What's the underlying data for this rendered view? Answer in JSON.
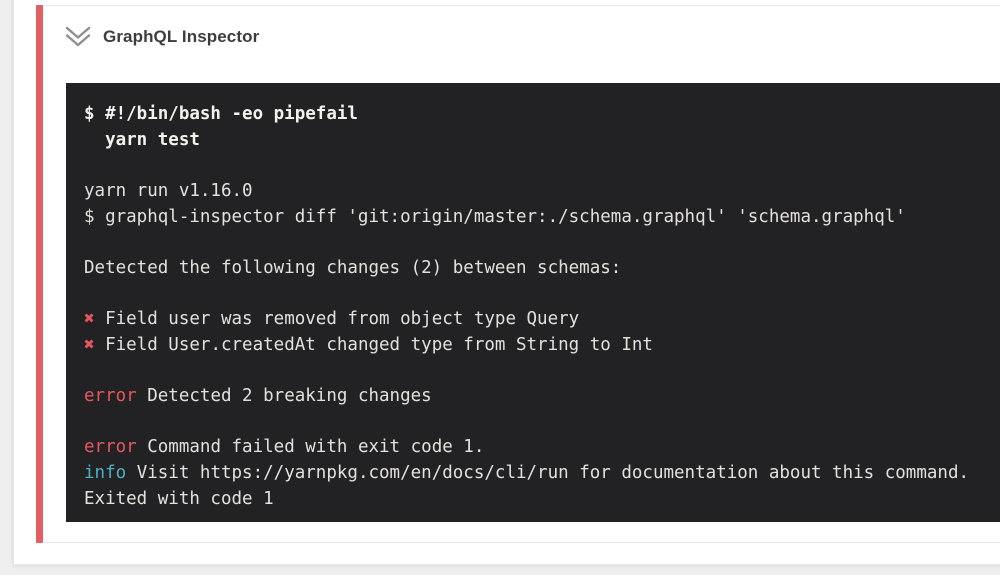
{
  "colors": {
    "page_background": "#efeff0",
    "card_background": "#ffffff",
    "border_gray": "#e7e7e8",
    "accent_red": "#e25f63",
    "title_text": "#3d3d3d",
    "icon_gray": "#8f8f8f",
    "terminal_background": "#222225",
    "terminal_text": "#e3e1dc",
    "terminal_bold_text": "#f4f2ed",
    "error_red": "#e8565e",
    "info_cyan": "#4cb1c3"
  },
  "step": {
    "title": "GraphQL Inspector",
    "icon": "chevron-double-down-icon"
  },
  "terminal": {
    "lines": [
      {
        "type": "command",
        "text": "$ #!/bin/bash -eo pipefail"
      },
      {
        "type": "command",
        "text": "  yarn test"
      },
      {
        "type": "blank"
      },
      {
        "type": "plain",
        "text": "yarn run v1.16.0"
      },
      {
        "type": "plain",
        "text": "$ graphql-inspector diff 'git:origin/master:./schema.graphql' 'schema.graphql'"
      },
      {
        "type": "blank"
      },
      {
        "type": "plain",
        "text": "Detected the following changes (2) between schemas:"
      },
      {
        "type": "blank"
      },
      {
        "type": "breaking",
        "prefix": "✖",
        "prefix_name": "breaking-change-x-icon",
        "text": "Field user was removed from object type Query"
      },
      {
        "type": "breaking",
        "prefix": "✖",
        "prefix_name": "breaking-change-x-icon",
        "text": "Field User.createdAt changed type from String to Int"
      },
      {
        "type": "blank"
      },
      {
        "type": "error",
        "prefix": "error",
        "prefix_name": "error-label",
        "text": "Detected 2 breaking changes"
      },
      {
        "type": "blank"
      },
      {
        "type": "error",
        "prefix": "error",
        "prefix_name": "error-label",
        "text": "Command failed with exit code 1."
      },
      {
        "type": "info",
        "prefix": "info",
        "prefix_name": "info-label",
        "text": "Visit https://yarnpkg.com/en/docs/cli/run for documentation about this command."
      },
      {
        "type": "plain",
        "text": "Exited with code 1"
      }
    ]
  }
}
